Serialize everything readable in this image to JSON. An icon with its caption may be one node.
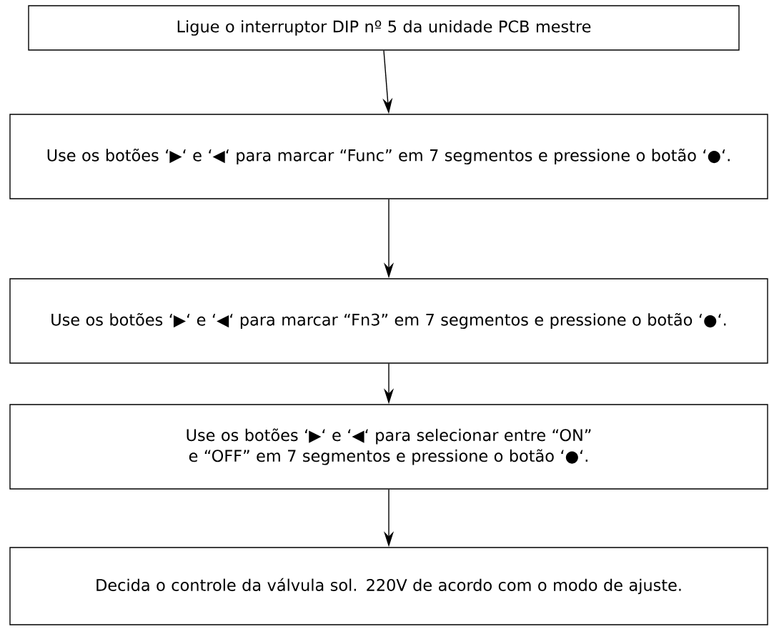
{
  "diagram": {
    "nodes": [
      {
        "text": [
          "Ligue o interruptor DIP nº 5 da unidade PCB mestre"
        ]
      },
      {
        "text": [
          "Use os botões ‘▶‘ e ‘◀‘ para marcar “Func” em 7 segmentos e pressione o botão ‘●‘."
        ]
      },
      {
        "text": [
          "Use os botões ‘▶‘ e ‘◀‘ para marcar “Fn3” em 7 segmentos e pressione o botão ‘●‘."
        ]
      },
      {
        "text": [
          "Use os botões ‘▶‘ e ‘◀‘ para selecionar entre “ON” e “OFF” em 7 segmentos e pressione o botão ‘●‘."
        ]
      },
      {
        "text": [
          "Decida o controle da válvula sol. 220V de acordo com o modo de ajuste."
        ]
      }
    ],
    "edges": [
      {
        "from": 0,
        "to": 1,
        "arrow": "to"
      },
      {
        "from": 1,
        "to": 2,
        "arrow": "to"
      },
      {
        "from": 2,
        "to": 3,
        "arrow": "to"
      },
      {
        "from": 3,
        "to": 4,
        "arrow": "to"
      }
    ]
  }
}
